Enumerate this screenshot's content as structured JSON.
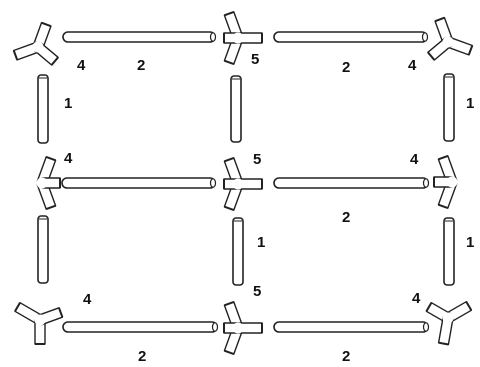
{
  "labels": {
    "h_tube_top_left": "2",
    "h_tube_top_right": "2",
    "h_tube_mid_right": "2",
    "h_tube_bot_left": "2",
    "h_tube_bot_right": "2",
    "v_tube_top_left": "1",
    "v_tube_top_right": "1",
    "v_tube_bot_middle": "1",
    "v_tube_bot_right": "1",
    "connector_top_left": "4",
    "connector_top_middle": "5",
    "connector_top_right": "4",
    "connector_mid_left": "4",
    "connector_mid_middle": "5",
    "connector_mid_right": "4",
    "connector_bot_left": "4",
    "connector_bot_middle": "5",
    "connector_bot_right": "4"
  },
  "colors": {
    "stroke": "#222222",
    "fill": "#ffffff",
    "text": "#111111"
  }
}
